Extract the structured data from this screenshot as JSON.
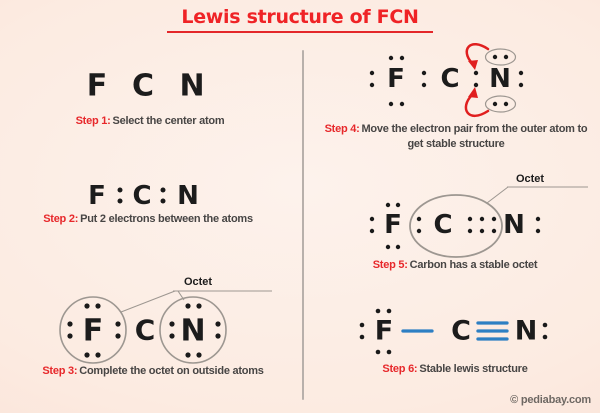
{
  "title": "Lewis structure of FCN",
  "molecule": {
    "atom_f": "F",
    "atom_c": "C",
    "atom_n": "N"
  },
  "octet_label": "Octet",
  "steps": [
    {
      "label": "Step 1:",
      "text": "Select the center atom"
    },
    {
      "label": "Step 2:",
      "text": "Put 2 electrons between the atoms"
    },
    {
      "label": "Step 3:",
      "text": "Complete the octet on outside atoms"
    },
    {
      "label": "Step 4:",
      "text": "Move the electron pair from the outer atom to get stable structure"
    },
    {
      "label": "Step 5:",
      "text": "Carbon has a stable octet"
    },
    {
      "label": "Step 6:",
      "text": "Stable lewis structure"
    }
  ],
  "watermark": "© pediabay.com",
  "colors": {
    "accent_red": "#ef2326",
    "arrow_red": "#e01f1f",
    "bond_blue": "#2d7fc3",
    "text_dark": "#474544",
    "diagram_gray": "#9d9791",
    "background": "#fcebe1"
  }
}
